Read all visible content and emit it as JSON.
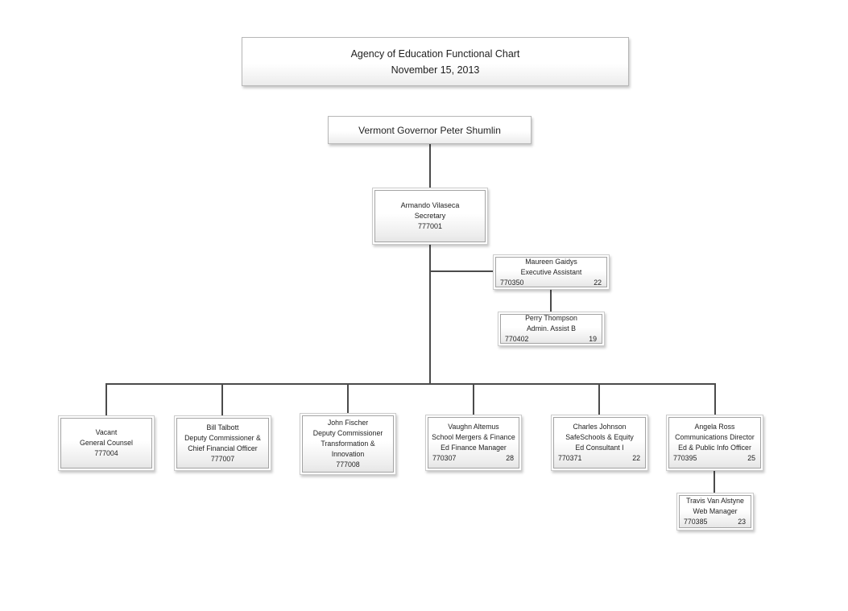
{
  "header": {
    "title": "Agency of Education Functional Chart",
    "date": "November 15, 2013"
  },
  "governor": {
    "name": "Vermont Governor Peter Shumlin"
  },
  "secretary": {
    "name": "Armando Vilaseca",
    "title": "Secretary",
    "position_no": "777001"
  },
  "exec_assistant": {
    "name": "Maureen Gaidys",
    "title": "Executive Assistant",
    "position_no": "770350",
    "number": "22"
  },
  "admin_assist": {
    "name": "Perry Thompson",
    "title": "Admin. Assist B",
    "position_no": "770402",
    "number": "19"
  },
  "direct_reports": [
    {
      "name": "Vacant",
      "line2": "General Counsel",
      "position_no": "777004"
    },
    {
      "name": "Bill Talbott",
      "line2": "Deputy Commissioner &",
      "line3": "Chief Financial Officer",
      "position_no": "777007"
    },
    {
      "name": "John Fischer",
      "line2": "Deputy Commissioner",
      "line3": "Transformation &",
      "line4": "Innovation",
      "position_no": "777008"
    },
    {
      "name": "Vaughn Altemus",
      "line2": "School Mergers & Finance",
      "line3": "Ed Finance Manager",
      "position_no": "770307",
      "number": "28"
    },
    {
      "name": "Charles Johnson",
      "line2": "SafeSchools & Equity",
      "line3": "Ed Consultant I",
      "position_no": "770371",
      "number": "22"
    },
    {
      "name": "Angela Ross",
      "line2": "Communications Director",
      "line3": "Ed & Public Info Officer",
      "position_no": "770395",
      "number": "25"
    }
  ],
  "web_manager": {
    "name": "Travis Van Alstyne",
    "title": "Web Manager",
    "position_no": "770385",
    "number": "23"
  }
}
